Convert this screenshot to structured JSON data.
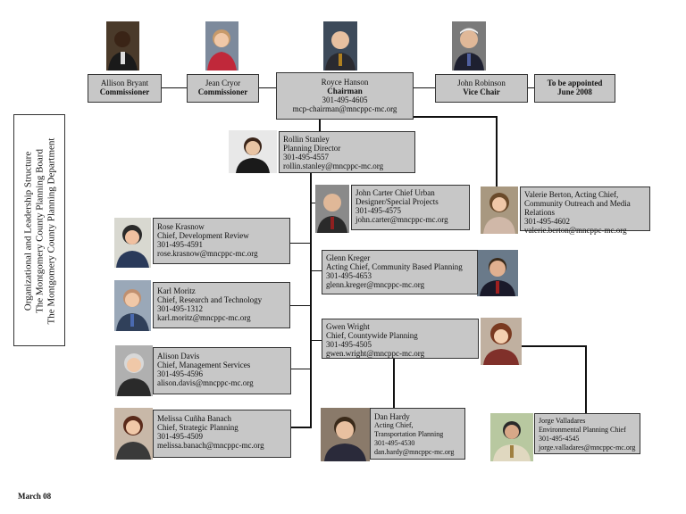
{
  "title_lines": [
    "Organizational and Leadership Structure",
    "The Montgomery County Planning Board",
    "The Montgomery County Planning Department"
  ],
  "footer": "March 08",
  "board": {
    "bryant": {
      "name": "Allison Bryant",
      "role": "Commissioner"
    },
    "cryor": {
      "name": "Jean Cryor",
      "role": "Commissioner"
    },
    "hanson": {
      "name": "Royce Hanson",
      "role": "Chairman",
      "phone": "301-495-4605",
      "email": "mcp-chairman@mncppc-mc.org"
    },
    "robinson": {
      "name": "John Robinson",
      "role": "Vice Chair"
    },
    "vacant": {
      "line1": "To be appointed",
      "line2": "June 2008"
    }
  },
  "staff": {
    "stanley": {
      "name": "Rollin Stanley",
      "title": "Planning Director",
      "phone": "301-495-4557",
      "email": "rollin.stanley@mncppc-mc.org"
    },
    "carter": {
      "title1": "John Carter Chief Urban",
      "title2": "Designer/Special Projects",
      "phone": "301-495-4575",
      "email": "john.carter@mncppc-mc.org"
    },
    "berton": {
      "title1": "Valerie Berton, Acting Chief,",
      "title2": "Community Outreach and Media",
      "title3": "Relations",
      "phone": "301-495-4602",
      "email": "valerie.berton@mncppc-mc.org"
    },
    "krasnow": {
      "name": "Rose Krasnow",
      "title": "Chief, Development Review",
      "phone": "301-495-4591",
      "email": "rose.krasnow@mncppc-mc.org"
    },
    "kreger": {
      "name": "Glenn Kreger",
      "title": "Acting Chief, Community Based Planning",
      "phone": "301-495-4653",
      "email": "glenn.kreger@mncppc-mc.org"
    },
    "moritz": {
      "name": "Karl Moritz",
      "title": "Chief, Research and Technology",
      "phone": "301-495-1312",
      "email": "karl.moritz@mncppc-mc.org"
    },
    "wright": {
      "name": "Gwen Wright",
      "title": "Chief, Countywide Planning",
      "phone": "301-495-4505",
      "email": "gwen.wright@mncppc-mc.org"
    },
    "davis": {
      "name": "Alison Davis",
      "title": "Chief, Management Services",
      "phone": "301-495-4596",
      "email": "alison.davis@mncppc-mc.org"
    },
    "banach": {
      "name": "Melissa Cuñha Banach",
      "title": "Chief, Strategic Planning",
      "phone": "301-495-4509",
      "email": "melissa.banach@mncppc-mc.org"
    },
    "hardy": {
      "name": "Dan Hardy",
      "title1": "Acting Chief,",
      "title2": "Transportation Planning",
      "phone": "301-495-4530",
      "email": "dan.hardy@mncppc-mc.org"
    },
    "valladares": {
      "name": "Jorge Valladares",
      "title": "Environmental Planning Chief",
      "phone": "301-495-4545",
      "email": "jorge.valladares@mncppc-mc.org"
    }
  }
}
